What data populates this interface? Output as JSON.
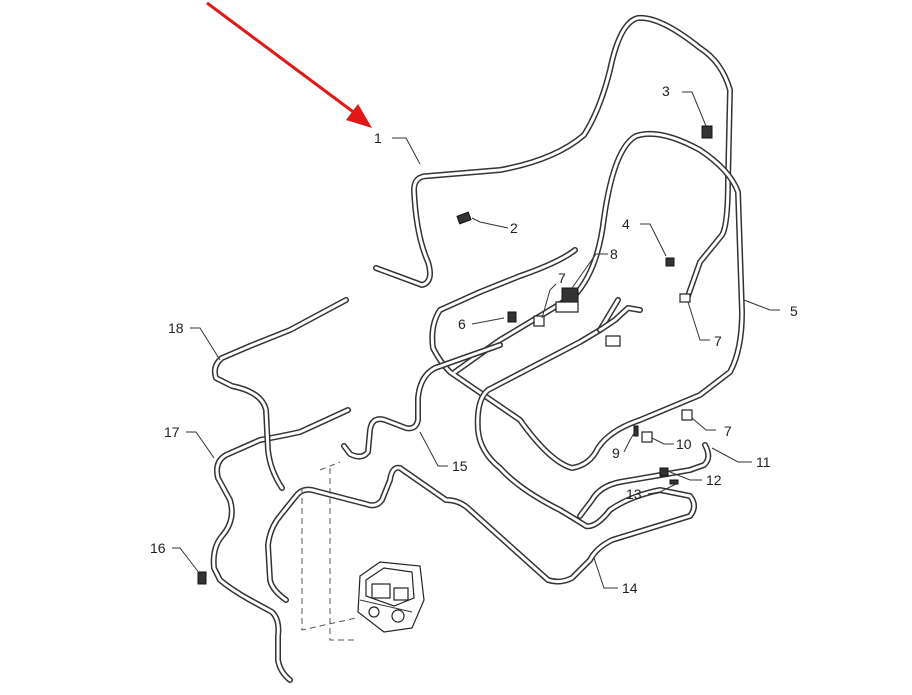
{
  "callouts": [
    {
      "id": "1",
      "text": "1"
    },
    {
      "id": "2",
      "text": "2"
    },
    {
      "id": "3",
      "text": "3"
    },
    {
      "id": "4",
      "text": "4"
    },
    {
      "id": "5",
      "text": "5"
    },
    {
      "id": "6",
      "text": "6"
    },
    {
      "id": "7a",
      "text": "7"
    },
    {
      "id": "7b",
      "text": "7"
    },
    {
      "id": "7c",
      "text": "7"
    },
    {
      "id": "8",
      "text": "8"
    },
    {
      "id": "9",
      "text": "9"
    },
    {
      "id": "10",
      "text": "10"
    },
    {
      "id": "11",
      "text": "11"
    },
    {
      "id": "12",
      "text": "12"
    },
    {
      "id": "13",
      "text": "13"
    },
    {
      "id": "14",
      "text": "14"
    },
    {
      "id": "15",
      "text": "15"
    },
    {
      "id": "16",
      "text": "16"
    },
    {
      "id": "17",
      "text": "17"
    },
    {
      "id": "18",
      "text": "18"
    }
  ],
  "highlight_color": "#e01818",
  "highlight_target": "1"
}
